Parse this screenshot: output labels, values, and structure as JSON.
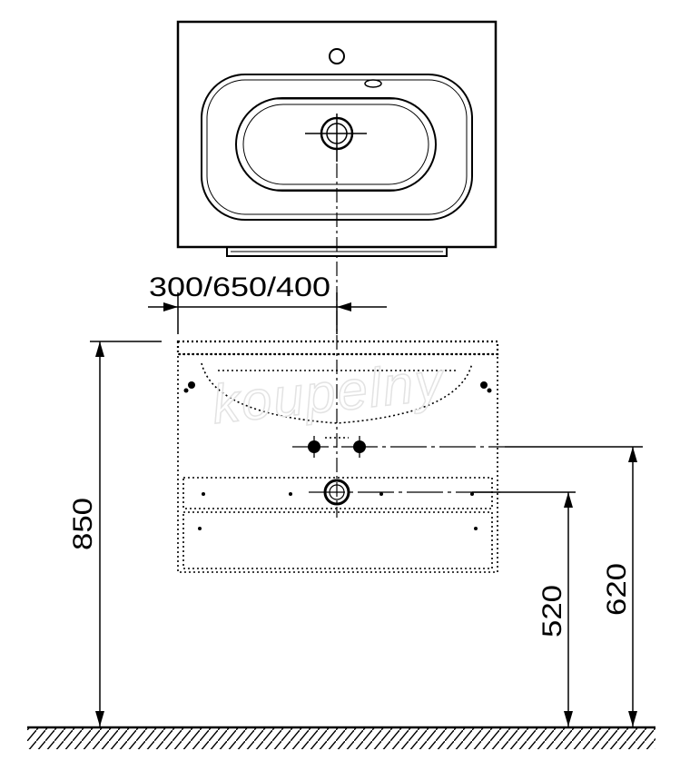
{
  "dimensions": {
    "width_label": "300/650/400",
    "height_total": "850",
    "height_drain": "520",
    "height_supply": "620"
  },
  "watermark": "koupelny",
  "colors": {
    "line": "#000000",
    "background": "#ffffff",
    "watermark": "#e3e3e3"
  }
}
